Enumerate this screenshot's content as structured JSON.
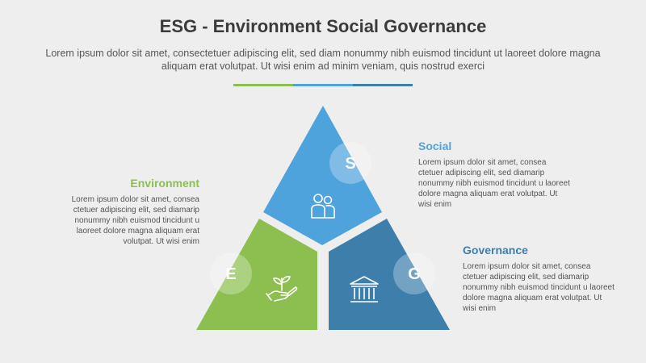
{
  "header": {
    "title": "ESG - Environment Social Governance",
    "description": "Lorem ipsum dolor sit amet, consectetuer adipiscing elit, sed diam nonummy nibh euismod tincidunt ut laoreet dolore magna aliquam erat volutpat. Ut wisi enim ad minim veniam, quis nostrud exerci"
  },
  "colors": {
    "environment": "#8cbf4f",
    "social": "#4fa3dd",
    "governance": "#3e7eab"
  },
  "segments": {
    "environment": {
      "title": "Environment",
      "letter": "E",
      "icon": "hand-plant-icon",
      "text": "Lorem ipsum dolor sit amet, consea ctetuer adipiscing elit, sed diamarip nonummy nibh euismod tincidunt u laoreet dolore magna aliquam erat volutpat. Ut wisi enim"
    },
    "social": {
      "title": "Social",
      "letter": "S",
      "icon": "people-icon",
      "text": "Lorem ipsum dolor sit amet, consea ctetuer adipiscing elit, sed diamarip nonummy nibh euismod tincidunt u laoreet dolore magna aliquam erat volutpat. Ut wisi enim"
    },
    "governance": {
      "title": "Governance",
      "letter": "G",
      "icon": "bank-building-icon",
      "text": "Lorem ipsum dolor sit amet, consea ctetuer adipiscing elit, sed diamarip nonummy nibh euismod tincidunt u laoreet dolore magna aliquam erat volutpat. Ut wisi enim"
    }
  }
}
